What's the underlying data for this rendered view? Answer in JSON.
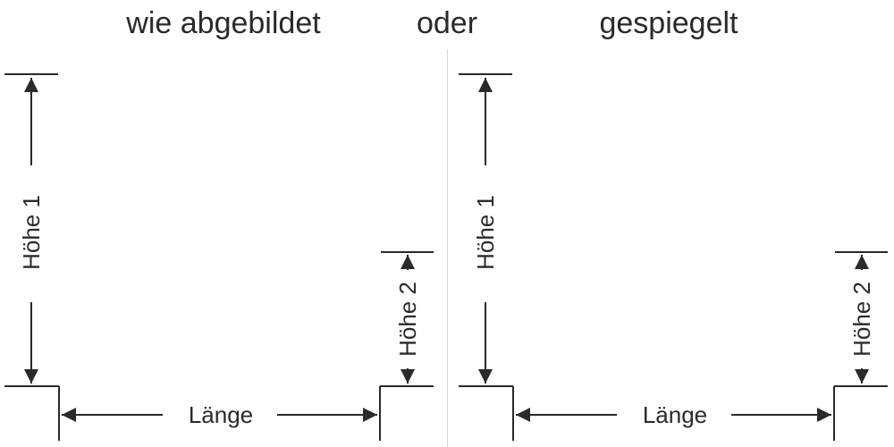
{
  "titles": {
    "left": "wie abgebildet",
    "middle": "oder",
    "right": "gespiegelt"
  },
  "labels": {
    "height1": "Höhe 1",
    "height2": "Höhe 2",
    "length": "Länge"
  },
  "colors": {
    "line": "#2a2a2a",
    "divider": "#d8d8d8"
  }
}
